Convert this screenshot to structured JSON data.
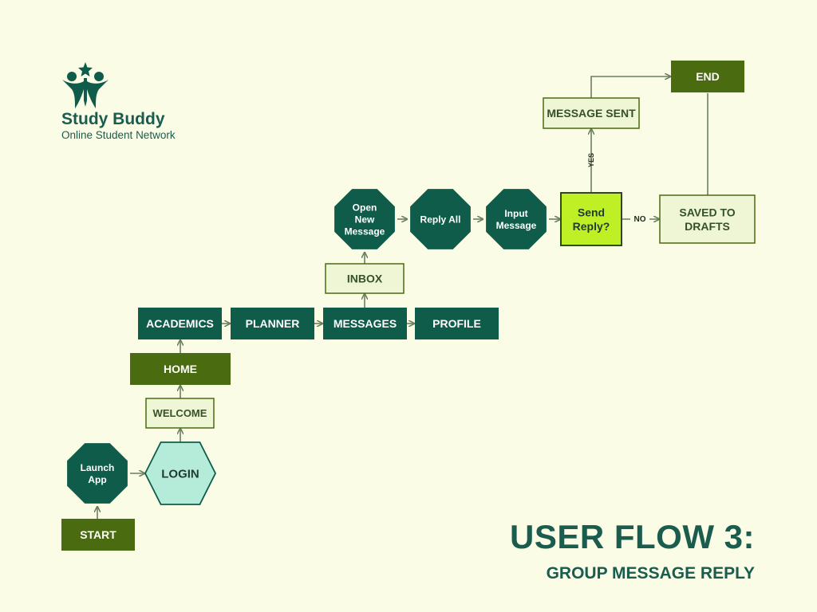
{
  "brand": {
    "name": "Study Buddy",
    "tagline": "Online Student Network",
    "logo_icon": "study-buddy-logo-icon"
  },
  "title": {
    "heading": "USER FLOW 3:",
    "subheading": "GROUP MESSAGE REPLY"
  },
  "colors": {
    "background": "#fafce6",
    "dark_teal": "#0f5c4a",
    "olive": "#4a6b0f",
    "light_box_fill": "#eef6d6",
    "light_box_border": "#4a6b0f",
    "login_fill": "#b5ecd9",
    "decision_fill": "#bff025",
    "arrow": "#6b7f5e",
    "brand_text": "#1a5c4e"
  },
  "nodes": {
    "start": "START",
    "launch_app": "Launch\nApp",
    "login": "LOGIN",
    "welcome": "WELCOME",
    "home": "HOME",
    "academics": "ACADEMICS",
    "planner": "PLANNER",
    "messages": "MESSAGES",
    "profile": "PROFILE",
    "inbox": "INBOX",
    "open_new_message": "Open\nNew\nMessage",
    "reply_all": "Reply All",
    "input_message": "Input\nMessage",
    "send_reply": "Send\nReply?",
    "saved_to_drafts": "SAVED TO\nDRAFTS",
    "message_sent": "MESSAGE SENT",
    "end": "END"
  },
  "edge_labels": {
    "yes": "YES",
    "no": "NO"
  }
}
